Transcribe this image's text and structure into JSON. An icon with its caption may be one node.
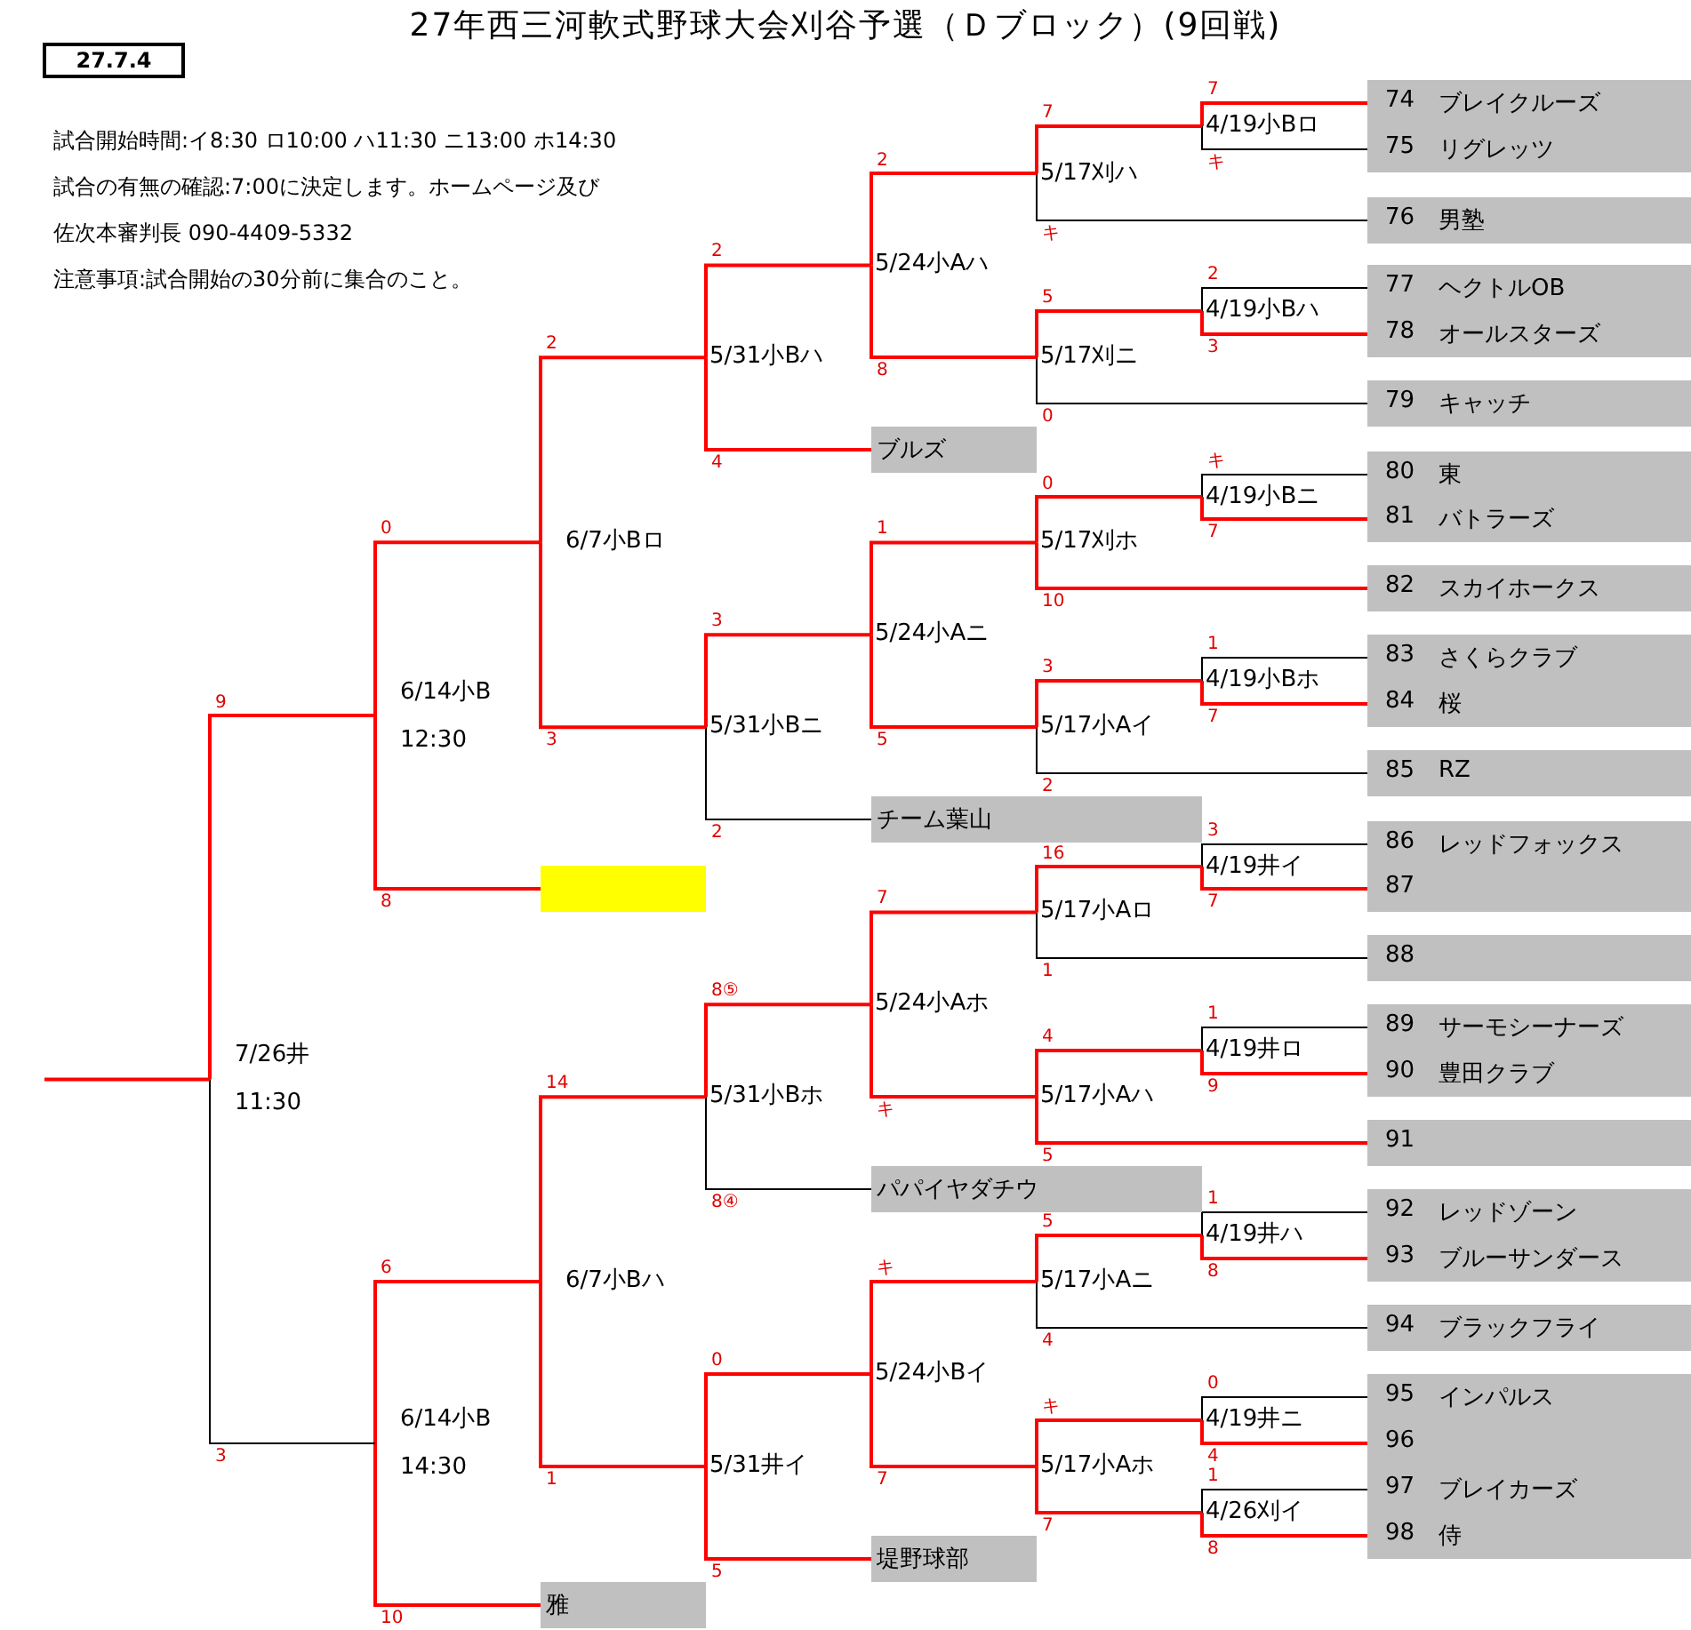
{
  "diagram": {
    "title": "27年西三河軟式野球大会刈谷予選（Ｄブロック）(9回戦)",
    "nodes": [
      {
        "text": [
          "27.7.4"
        ]
      },
      {
        "text": [
          "74",
          "ブレイクルーズ"
        ]
      },
      {
        "text": [
          "75",
          "リグレッツ"
        ]
      },
      {
        "text": [
          "76",
          "男塾"
        ]
      },
      {
        "text": [
          "77",
          "ヘクトルOB"
        ]
      },
      {
        "text": [
          "78",
          "オールスターズ"
        ]
      },
      {
        "text": [
          "79",
          "キャッチ"
        ]
      },
      {
        "text": [
          "80",
          "東"
        ]
      },
      {
        "text": [
          "81",
          "バトラーズ"
        ]
      },
      {
        "text": [
          "82",
          "スカイホークス"
        ]
      },
      {
        "text": [
          "83",
          "さくらクラブ"
        ]
      },
      {
        "text": [
          "84",
          "桜"
        ]
      },
      {
        "text": [
          "85",
          "RZ"
        ]
      },
      {
        "text": [
          "86",
          "レッドフォックス"
        ]
      },
      {
        "text": [
          "87"
        ]
      },
      {
        "text": [
          "88"
        ]
      },
      {
        "text": [
          "89",
          "サーモシーナーズ"
        ]
      },
      {
        "text": [
          "90",
          "豊田クラブ"
        ]
      },
      {
        "text": [
          "91"
        ]
      },
      {
        "text": [
          "92",
          "レッドゾーン"
        ]
      },
      {
        "text": [
          "93",
          "ブルーサンダース"
        ]
      },
      {
        "text": [
          "94",
          "ブラックフライ"
        ]
      },
      {
        "text": [
          "95",
          "インパルス"
        ]
      },
      {
        "text": [
          "96"
        ]
      },
      {
        "text": [
          "97",
          "ブレイカーズ"
        ]
      },
      {
        "text": [
          "98",
          "侍"
        ]
      },
      {
        "text": [
          "ブルズ"
        ]
      },
      {
        "text": [
          "チーム葉山"
        ]
      },
      {
        "text": [],
        "shape": "box"
      },
      {
        "text": [
          "パパイヤダチウ"
        ]
      },
      {
        "text": [
          "堤野球部"
        ]
      },
      {
        "text": [
          "雅"
        ]
      },
      {
        "text": [
          "4/19小Bロ"
        ]
      },
      {
        "text": [
          "4/19小Bハ"
        ]
      },
      {
        "text": [
          "4/19小Bニ"
        ]
      },
      {
        "text": [
          "4/19小Bホ"
        ]
      },
      {
        "text": [
          "4/19井イ"
        ]
      },
      {
        "text": [
          "4/19井ロ"
        ]
      },
      {
        "text": [
          "4/19井ハ"
        ]
      },
      {
        "text": [
          "4/19井ニ"
        ]
      },
      {
        "text": [
          "4/26刈イ"
        ]
      },
      {
        "text": [
          "5/17刈ハ"
        ]
      },
      {
        "text": [
          "5/17刈ニ"
        ]
      },
      {
        "text": [
          "5/17刈ホ"
        ]
      },
      {
        "text": [
          "5/17小Aイ"
        ]
      },
      {
        "text": [
          "5/17小Aロ"
        ]
      },
      {
        "text": [
          "5/17小Aハ"
        ]
      },
      {
        "text": [
          "5/17小Aニ"
        ]
      },
      {
        "text": [
          "5/17小Aホ"
        ]
      },
      {
        "text": [
          "5/24小Aハ"
        ]
      },
      {
        "text": [
          "5/24小Aニ"
        ]
      },
      {
        "text": [
          "5/24小Aホ"
        ]
      },
      {
        "text": [
          "5/24小Bイ"
        ]
      },
      {
        "text": [
          "5/31小Bハ"
        ]
      },
      {
        "text": [
          "5/31小Bニ"
        ]
      },
      {
        "text": [
          "5/31小Bホ"
        ]
      },
      {
        "text": [
          "5/31井イ"
        ]
      },
      {
        "text": [
          "6/7小Bロ"
        ]
      },
      {
        "text": [
          "6/7小Bハ"
        ]
      },
      {
        "text": [
          "6/14小B",
          "12:30"
        ]
      },
      {
        "text": [
          "6/14小B",
          "14:30"
        ]
      },
      {
        "text": [
          "7/26井",
          "11:30"
        ]
      }
    ],
    "edges": [
      {
        "from": 1,
        "to": 32,
        "arrow": "none",
        "label": "7"
      },
      {
        "from": 2,
        "to": 32,
        "arrow": "none",
        "label": "キ",
        "color": "#000000"
      },
      {
        "from": 4,
        "to": 33,
        "arrow": "none",
        "label": "2",
        "color": "#000000"
      },
      {
        "from": 5,
        "to": 33,
        "arrow": "none",
        "label": "3"
      },
      {
        "from": 7,
        "to": 34,
        "arrow": "none",
        "label": "キ",
        "color": "#000000"
      },
      {
        "from": 8,
        "to": 34,
        "arrow": "none",
        "label": "7"
      },
      {
        "from": 10,
        "to": 35,
        "arrow": "none",
        "label": "1",
        "color": "#000000"
      },
      {
        "from": 11,
        "to": 35,
        "arrow": "none",
        "label": "7"
      },
      {
        "from": 13,
        "to": 36,
        "arrow": "none",
        "label": "3",
        "color": "#000000"
      },
      {
        "from": 14,
        "to": 36,
        "arrow": "none",
        "label": "7"
      },
      {
        "from": 16,
        "to": 37,
        "arrow": "none",
        "label": "1",
        "color": "#000000"
      },
      {
        "from": 17,
        "to": 37,
        "arrow": "none",
        "label": "9"
      },
      {
        "from": 19,
        "to": 38,
        "arrow": "none",
        "label": "1",
        "color": "#000000"
      },
      {
        "from": 20,
        "to": 38,
        "arrow": "none",
        "label": "8"
      },
      {
        "from": 22,
        "to": 39,
        "arrow": "none",
        "label": "0",
        "color": "#000000"
      },
      {
        "from": 23,
        "to": 39,
        "arrow": "none",
        "label": "4"
      },
      {
        "from": 24,
        "to": 40,
        "arrow": "none",
        "label": "1",
        "color": "#000000"
      },
      {
        "from": 25,
        "to": 40,
        "arrow": "none",
        "label": "8"
      },
      {
        "from": 32,
        "to": 41,
        "arrow": "none",
        "label": "7"
      },
      {
        "from": 3,
        "to": 41,
        "arrow": "none",
        "label": "キ",
        "color": "#000000"
      },
      {
        "from": 33,
        "to": 42,
        "arrow": "none",
        "label": "5"
      },
      {
        "from": 6,
        "to": 42,
        "arrow": "none",
        "label": "0",
        "color": "#000000"
      },
      {
        "from": 34,
        "to": 43,
        "arrow": "none",
        "label": "0"
      },
      {
        "from": 9,
        "to": 43,
        "arrow": "none",
        "label": "10"
      },
      {
        "from": 35,
        "to": 44,
        "arrow": "none",
        "label": "3"
      },
      {
        "from": 12,
        "to": 44,
        "arrow": "none",
        "label": "2",
        "color": "#000000"
      },
      {
        "from": 36,
        "to": 45,
        "arrow": "none",
        "label": "16"
      },
      {
        "from": 15,
        "to": 45,
        "arrow": "none",
        "label": "1",
        "color": "#000000"
      },
      {
        "from": 37,
        "to": 46,
        "arrow": "none",
        "label": "4"
      },
      {
        "from": 18,
        "to": 46,
        "arrow": "none",
        "label": "5"
      },
      {
        "from": 38,
        "to": 47,
        "arrow": "none",
        "label": "5"
      },
      {
        "from": 21,
        "to": 47,
        "arrow": "none",
        "label": "4",
        "color": "#000000"
      },
      {
        "from": 39,
        "to": 48,
        "arrow": "none",
        "label": "キ"
      },
      {
        "from": 40,
        "to": 48,
        "arrow": "none",
        "label": "7"
      },
      {
        "from": 41,
        "to": 49,
        "arrow": "none",
        "label": "2"
      },
      {
        "from": 42,
        "to": 49,
        "arrow": "none",
        "label": "8"
      },
      {
        "from": 43,
        "to": 50,
        "arrow": "none",
        "label": "1"
      },
      {
        "from": 44,
        "to": 50,
        "arrow": "none",
        "label": "5"
      },
      {
        "from": 45,
        "to": 51,
        "arrow": "none",
        "label": "7"
      },
      {
        "from": 46,
        "to": 51,
        "arrow": "none",
        "label": "キ"
      },
      {
        "from": 47,
        "to": 52,
        "arrow": "none",
        "label": "キ"
      },
      {
        "from": 48,
        "to": 52,
        "arrow": "none",
        "label": "7"
      },
      {
        "from": 49,
        "to": 53,
        "arrow": "none",
        "label": "2"
      },
      {
        "from": 26,
        "to": 53,
        "arrow": "none",
        "label": "4"
      },
      {
        "from": 50,
        "to": 54,
        "arrow": "none",
        "label": "3"
      },
      {
        "from": 27,
        "to": 54,
        "arrow": "none",
        "label": "2",
        "color": "#000000"
      },
      {
        "from": 51,
        "to": 55,
        "arrow": "none",
        "label": "8⑤"
      },
      {
        "from": 29,
        "to": 55,
        "arrow": "none",
        "label": "8④",
        "color": "#000000"
      },
      {
        "from": 52,
        "to": 56,
        "arrow": "none",
        "label": "0"
      },
      {
        "from": 30,
        "to": 56,
        "arrow": "none",
        "label": "5"
      },
      {
        "from": 53,
        "to": 57,
        "arrow": "none",
        "label": "2"
      },
      {
        "from": 54,
        "to": 57,
        "arrow": "none",
        "label": "3"
      },
      {
        "from": 55,
        "to": 58,
        "arrow": "none",
        "label": "14"
      },
      {
        "from": 56,
        "to": 58,
        "arrow": "none",
        "label": "1"
      },
      {
        "from": 57,
        "to": 59,
        "arrow": "none",
        "label": "0"
      },
      {
        "from": 28,
        "to": 59,
        "arrow": "none",
        "label": "8"
      },
      {
        "from": 58,
        "to": 60,
        "arrow": "none",
        "label": "6"
      },
      {
        "from": 31,
        "to": 60,
        "arrow": "none",
        "label": "10"
      },
      {
        "from": 59,
        "to": 61,
        "arrow": "none",
        "label": "9"
      },
      {
        "from": 60,
        "to": 61,
        "arrow": "none",
        "label": "3",
        "color": "#000000"
      },
      {
        "from": 61,
        "to": null,
        "arrow": "none"
      }
    ],
    "labels": [
      "試合開始時間:イ8:30 ロ10:00 ハ11:30 ニ13:00 ホ14:30",
      "試合の有無の確認:7:00に決定します。ホームページ及び",
      "佐次本審判長 090-4409-5332",
      "注意事項:試合開始の30分前に集合のこと。"
    ]
  }
}
